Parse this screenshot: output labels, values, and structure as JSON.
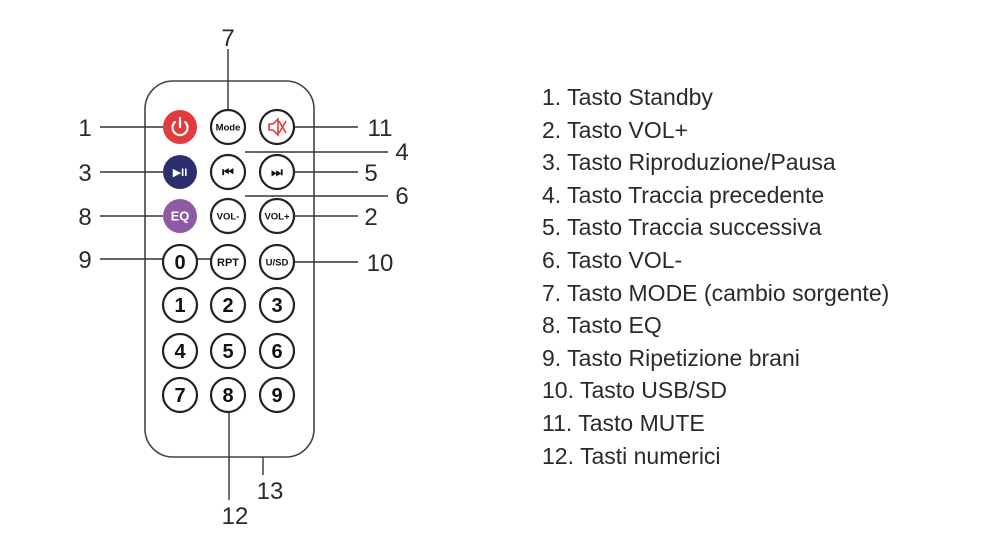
{
  "buttons": [
    {
      "id": "power",
      "label": "⏻",
      "kind": "power",
      "fill": "#e23b3b",
      "textColor": "#ffffff",
      "callout": "1"
    },
    {
      "id": "mode",
      "label": "Mode",
      "kind": "text",
      "fill": "#ffffff",
      "textColor": "#111111",
      "callout": "7"
    },
    {
      "id": "mute",
      "label": "",
      "kind": "mute",
      "fill": "#ffffff",
      "textColor": "#e23b3b",
      "callout": "11"
    },
    {
      "id": "play-pause",
      "label": "▶II",
      "kind": "text",
      "fill": "#2d2f6d",
      "textColor": "#ffffff",
      "callout": "3"
    },
    {
      "id": "prev",
      "label": "⏮",
      "kind": "text",
      "fill": "#ffffff",
      "textColor": "#111111",
      "callout": "4"
    },
    {
      "id": "next",
      "label": "⏭",
      "kind": "text",
      "fill": "#ffffff",
      "textColor": "#111111",
      "callout": "5"
    },
    {
      "id": "eq",
      "label": "EQ",
      "kind": "text",
      "fill": "#8e5aa3",
      "textColor": "#ffffff",
      "callout": "8"
    },
    {
      "id": "vol-minus",
      "label": "VOL-",
      "kind": "text",
      "fill": "#ffffff",
      "textColor": "#111111",
      "callout": "6"
    },
    {
      "id": "vol-plus",
      "label": "VOL+",
      "kind": "text",
      "fill": "#ffffff",
      "textColor": "#111111",
      "callout": "2"
    },
    {
      "id": "num-0",
      "label": "0",
      "kind": "digit",
      "fill": "#ffffff",
      "textColor": "#111111",
      "callout": ""
    },
    {
      "id": "rpt",
      "label": "RPT",
      "kind": "text",
      "fill": "#ffffff",
      "textColor": "#111111",
      "callout": "9"
    },
    {
      "id": "usd",
      "label": "U/SD",
      "kind": "text",
      "fill": "#ffffff",
      "textColor": "#111111",
      "callout": "10"
    },
    {
      "id": "num-1",
      "label": "1",
      "kind": "digit",
      "fill": "#ffffff",
      "textColor": "#111111",
      "callout": ""
    },
    {
      "id": "num-2",
      "label": "2",
      "kind": "digit",
      "fill": "#ffffff",
      "textColor": "#111111",
      "callout": ""
    },
    {
      "id": "num-3",
      "label": "3",
      "kind": "digit",
      "fill": "#ffffff",
      "textColor": "#111111",
      "callout": ""
    },
    {
      "id": "num-4",
      "label": "4",
      "kind": "digit",
      "fill": "#ffffff",
      "textColor": "#111111",
      "callout": ""
    },
    {
      "id": "num-5",
      "label": "5",
      "kind": "digit",
      "fill": "#ffffff",
      "textColor": "#111111",
      "callout": ""
    },
    {
      "id": "num-6",
      "label": "6",
      "kind": "digit",
      "fill": "#ffffff",
      "textColor": "#111111",
      "callout": ""
    },
    {
      "id": "num-7",
      "label": "7",
      "kind": "digit",
      "fill": "#ffffff",
      "textColor": "#111111",
      "callout": ""
    },
    {
      "id": "num-8",
      "label": "8",
      "kind": "digit",
      "fill": "#ffffff",
      "textColor": "#111111",
      "callout": "12"
    },
    {
      "id": "num-9",
      "label": "9",
      "kind": "digit",
      "fill": "#ffffff",
      "textColor": "#111111",
      "callout": ""
    }
  ],
  "body_callout": "13",
  "legend": [
    "1. Tasto Standby",
    "2. Tasto VOL+",
    "3. Tasto Riproduzione/Pausa",
    "4. Tasto Traccia precedente",
    "5. Tasto Traccia successiva",
    "6. Tasto VOL-",
    "7. Tasto MODE (cambio sorgente)",
    "8. Tasto EQ",
    "9. Tasto Ripetizione brani",
    "10. Tasto USB/SD",
    "11. Tasto MUTE",
    "12. Tasti numerici"
  ],
  "colors": {
    "outline": "#222222",
    "callout_line": "#333333",
    "power": "#e23b3b",
    "play": "#2d2f6d",
    "eq": "#8e5aa3"
  }
}
